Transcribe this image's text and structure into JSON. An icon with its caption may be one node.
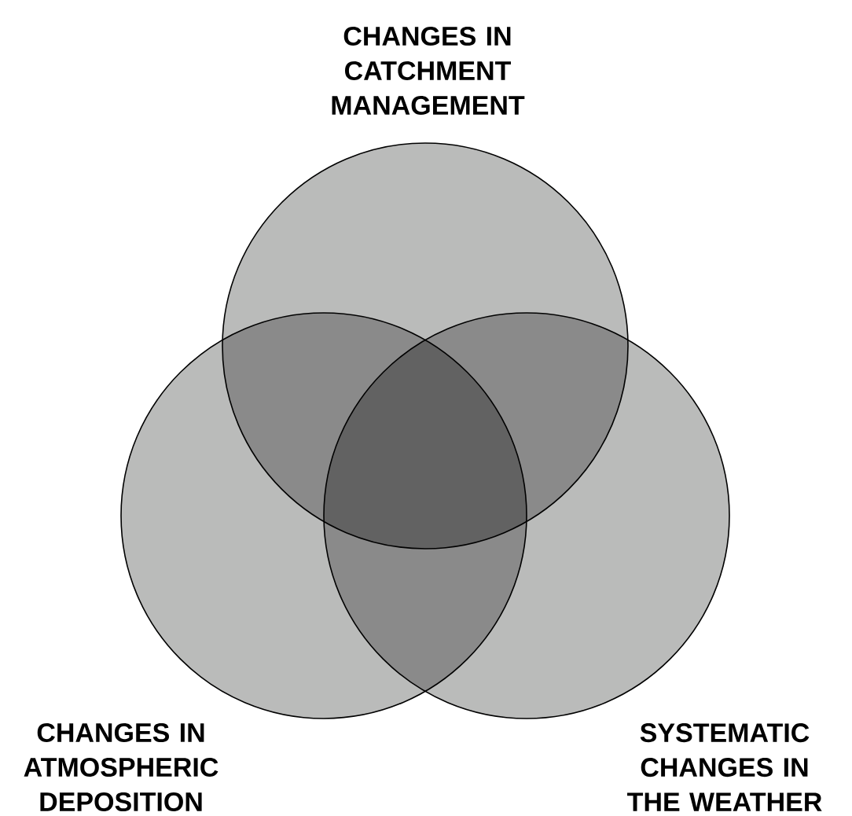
{
  "diagram": {
    "nodes": [
      {
        "text": [
          "CHANGES IN CATCHMENT MANAGEMENT"
        ]
      },
      {
        "text": [
          "CHANGES IN ATMOSPHERIC DEPOSITION"
        ]
      },
      {
        "text": [
          "SYSTEMATIC CHANGES IN THE WEATHER"
        ]
      }
    ]
  }
}
